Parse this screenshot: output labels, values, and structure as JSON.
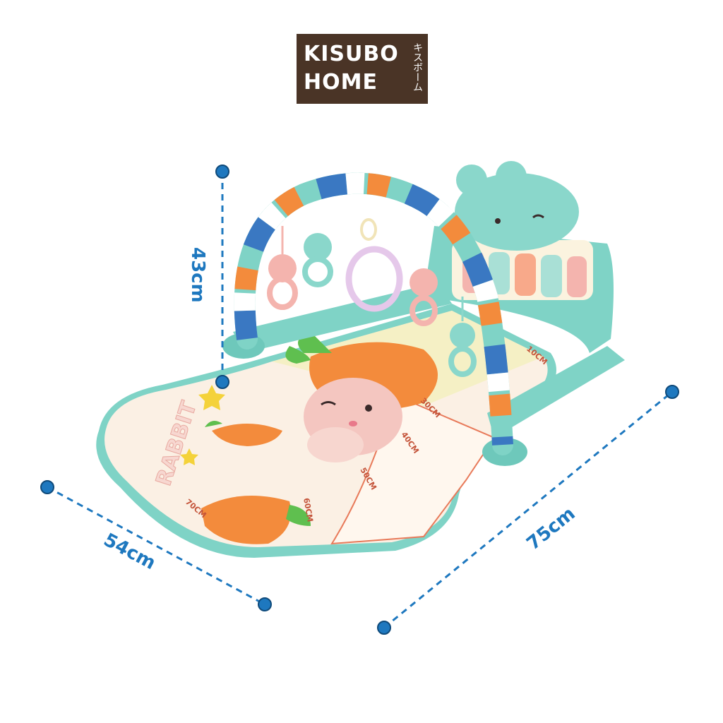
{
  "brand": {
    "line1": "KISUBO",
    "line2": "HOME",
    "katakana": "キスボーム",
    "bg_color": "#4a3426"
  },
  "dimensions": {
    "height_label": "43cm",
    "width_label": "54cm",
    "length_label": "75cm",
    "line_color": "#1e78bf"
  },
  "product": {
    "mat_text": "RABBIT",
    "ruler_marks": [
      "70CM",
      "60CM",
      "50CM",
      "40CM",
      "30CM",
      "10CM"
    ],
    "colors": {
      "mint": "#7fd3c6",
      "orange": "#f38b3c",
      "pink": "#f4c6c0",
      "blue": "#3a78c2",
      "mat": "#fbf0e4"
    }
  }
}
